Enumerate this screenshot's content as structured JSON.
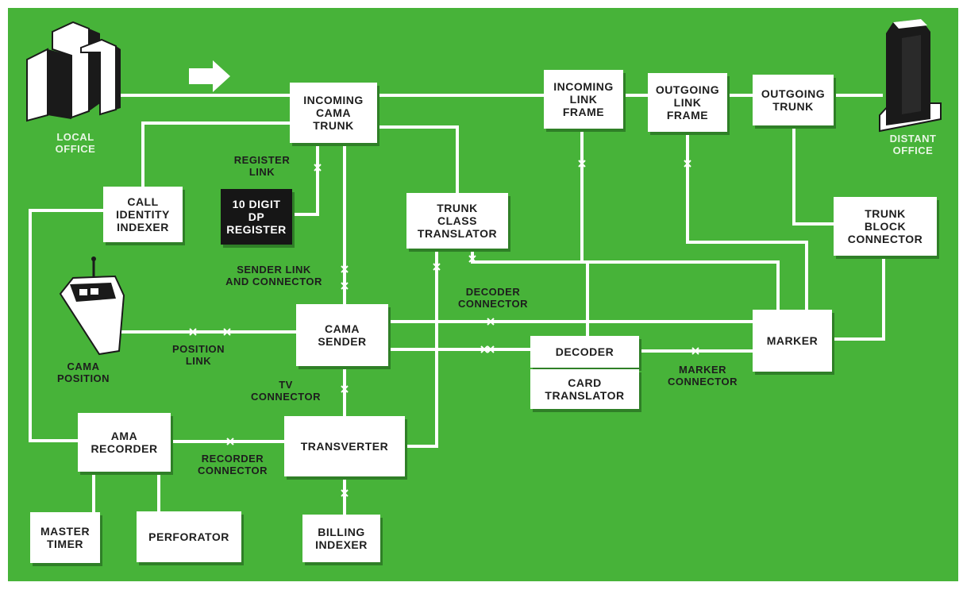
{
  "boxes": {
    "incoming_cama_trunk": "INCOMING\nCAMA\nTRUNK",
    "register_10_digit": "10 DIGIT\nDP\nREGISTER",
    "call_identity_indexer": "CALL\nIDENTITY\nINDEXER",
    "trunk_class_translator": "TRUNK\nCLASS\nTRANSLATOR",
    "incoming_link_frame": "INCOMING\nLINK\nFRAME",
    "outgoing_link_frame": "OUTGOING\nLINK\nFRAME",
    "outgoing_trunk": "OUTGOING\nTRUNK",
    "trunk_block_connector": "TRUNK\nBLOCK\nCONNECTOR",
    "cama_sender": "CAMA\nSENDER",
    "marker": "MARKER",
    "decoder": "DECODER",
    "card_translator": "CARD\nTRANSLATOR",
    "ama_recorder": "AMA\nRECORDER",
    "transverter": "TRANSVERTER",
    "master_timer": "MASTER\nTIMER",
    "perforator": "PERFORATOR",
    "billing_indexer": "BILLING\nINDEXER"
  },
  "labels": {
    "local_office": "LOCAL\nOFFICE",
    "distant_office": "DISTANT\nOFFICE",
    "register_link": "REGISTER\nLINK",
    "sender_link": "SENDER LINK\nAND CONNECTOR",
    "decoder_connector": "DECODER\nCONNECTOR",
    "position_link": "POSITION\nLINK",
    "cama_position": "CAMA\nPOSITION",
    "tv_connector": "TV\nCONNECTOR",
    "marker_connector": "MARKER\nCONNECTOR",
    "recorder_connector": "RECORDER\nCONNECTOR"
  },
  "colors": {
    "background": "#47b339",
    "line": "#ffffff",
    "box": "#ffffff",
    "dark_box": "#161616"
  },
  "icons": [
    "local-office-building-icon",
    "distant-office-building-icon",
    "arrow-right-icon",
    "cama-position-console-icon"
  ]
}
